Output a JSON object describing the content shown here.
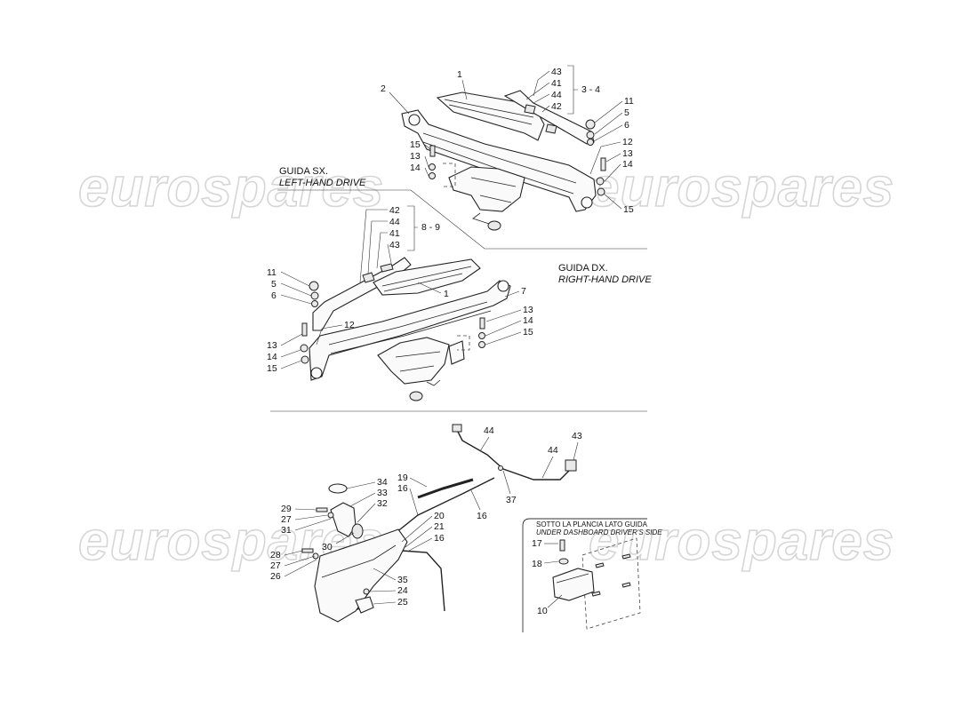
{
  "watermark": {
    "text": "eurospares"
  },
  "sections": {
    "lhd": {
      "title": "GUIDA SX.",
      "subtitle": "LEFT-HAND DRIVE"
    },
    "rhd": {
      "title": "GUIDA DX.",
      "subtitle": "RIGHT-HAND DRIVE"
    },
    "under_dash": {
      "title": "SOTTO LA PLANCIA LATO GUIDA",
      "subtitle": "UNDER DASHBOARD DRIVER'S SIDE"
    }
  },
  "groups": {
    "top": "3 - 4",
    "mid": "8 - 9"
  },
  "callouts": {
    "top": [
      "1",
      "2",
      "43",
      "41",
      "44",
      "42",
      "11",
      "5",
      "6",
      "12",
      "13",
      "14",
      "15",
      "13",
      "14",
      "15"
    ],
    "mid": [
      "42",
      "44",
      "41",
      "43",
      "11",
      "5",
      "6",
      "1",
      "7",
      "12",
      "13",
      "14",
      "15",
      "13",
      "14",
      "15"
    ],
    "bottom": [
      "44",
      "43",
      "44",
      "37",
      "19",
      "16",
      "16",
      "34",
      "33",
      "32",
      "29",
      "27",
      "31",
      "30",
      "20",
      "21",
      "16",
      "28",
      "27",
      "26",
      "35",
      "24",
      "25"
    ],
    "box": [
      "17",
      "18",
      "10"
    ]
  }
}
